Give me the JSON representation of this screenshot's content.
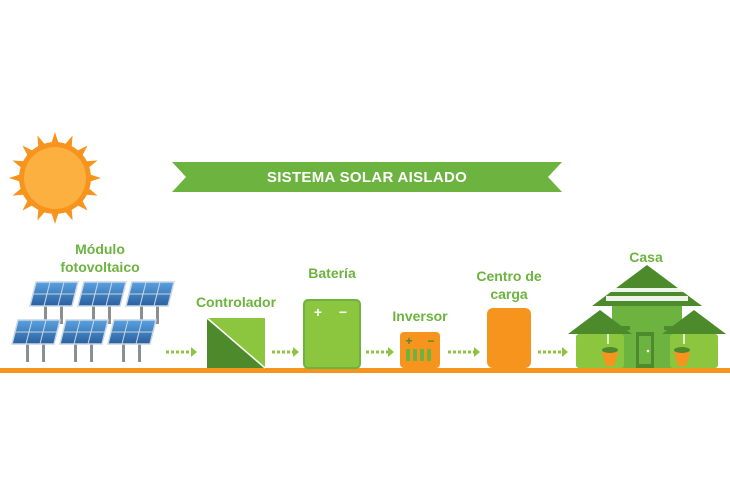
{
  "title": "SISTEMA SOLAR AISLADO",
  "components": {
    "panel": {
      "label_line1": "Módulo",
      "label_line2": "fotovoltaico"
    },
    "controller": {
      "label": "Controlador"
    },
    "battery": {
      "label": "Batería",
      "plus": "+",
      "minus": "−"
    },
    "inverter": {
      "label": "Inversor",
      "plus": "+",
      "minus": "−"
    },
    "load_center": {
      "label_line1": "Centro de",
      "label_line2": "carga"
    },
    "house": {
      "label": "Casa"
    }
  },
  "colors": {
    "green": "#6cb33f",
    "dark_green": "#4d8a2c",
    "orange": "#f7941d",
    "sun": "#f7941d",
    "panel_blue": "#3a7fc4",
    "banner": "#6cb33f"
  },
  "icons": [
    "sun-icon",
    "solar-panel-icon",
    "controller-icon",
    "battery-icon",
    "inverter-icon",
    "load-center-icon",
    "house-icon",
    "arrow-icon"
  ]
}
